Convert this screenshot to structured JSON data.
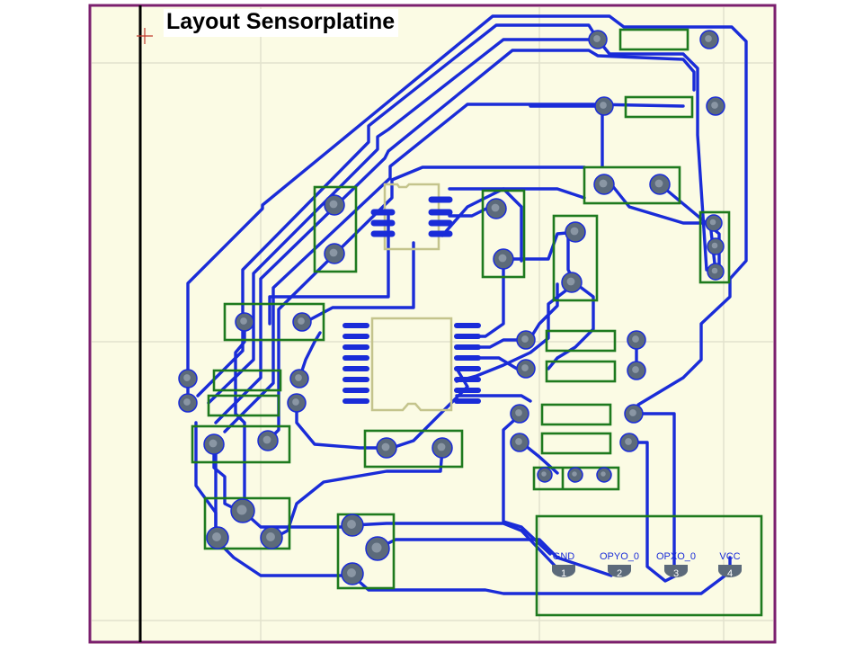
{
  "title": "Layout Sensorplatine",
  "colors": {
    "board": "#fbfbe4",
    "grid": "#e2e2cd",
    "border": "#7b1f6e",
    "track": "#1a2cd8",
    "outline": "#1e7a1e",
    "pad": "#5c6a7a",
    "ic_outline": "#c4c48c"
  },
  "connector": {
    "pins": [
      {
        "name": "GND",
        "number": "1"
      },
      {
        "name": "OPYO_0",
        "number": "2"
      },
      {
        "name": "OPXO_0",
        "number": "3"
      },
      {
        "name": "VCC",
        "number": "4"
      }
    ]
  }
}
